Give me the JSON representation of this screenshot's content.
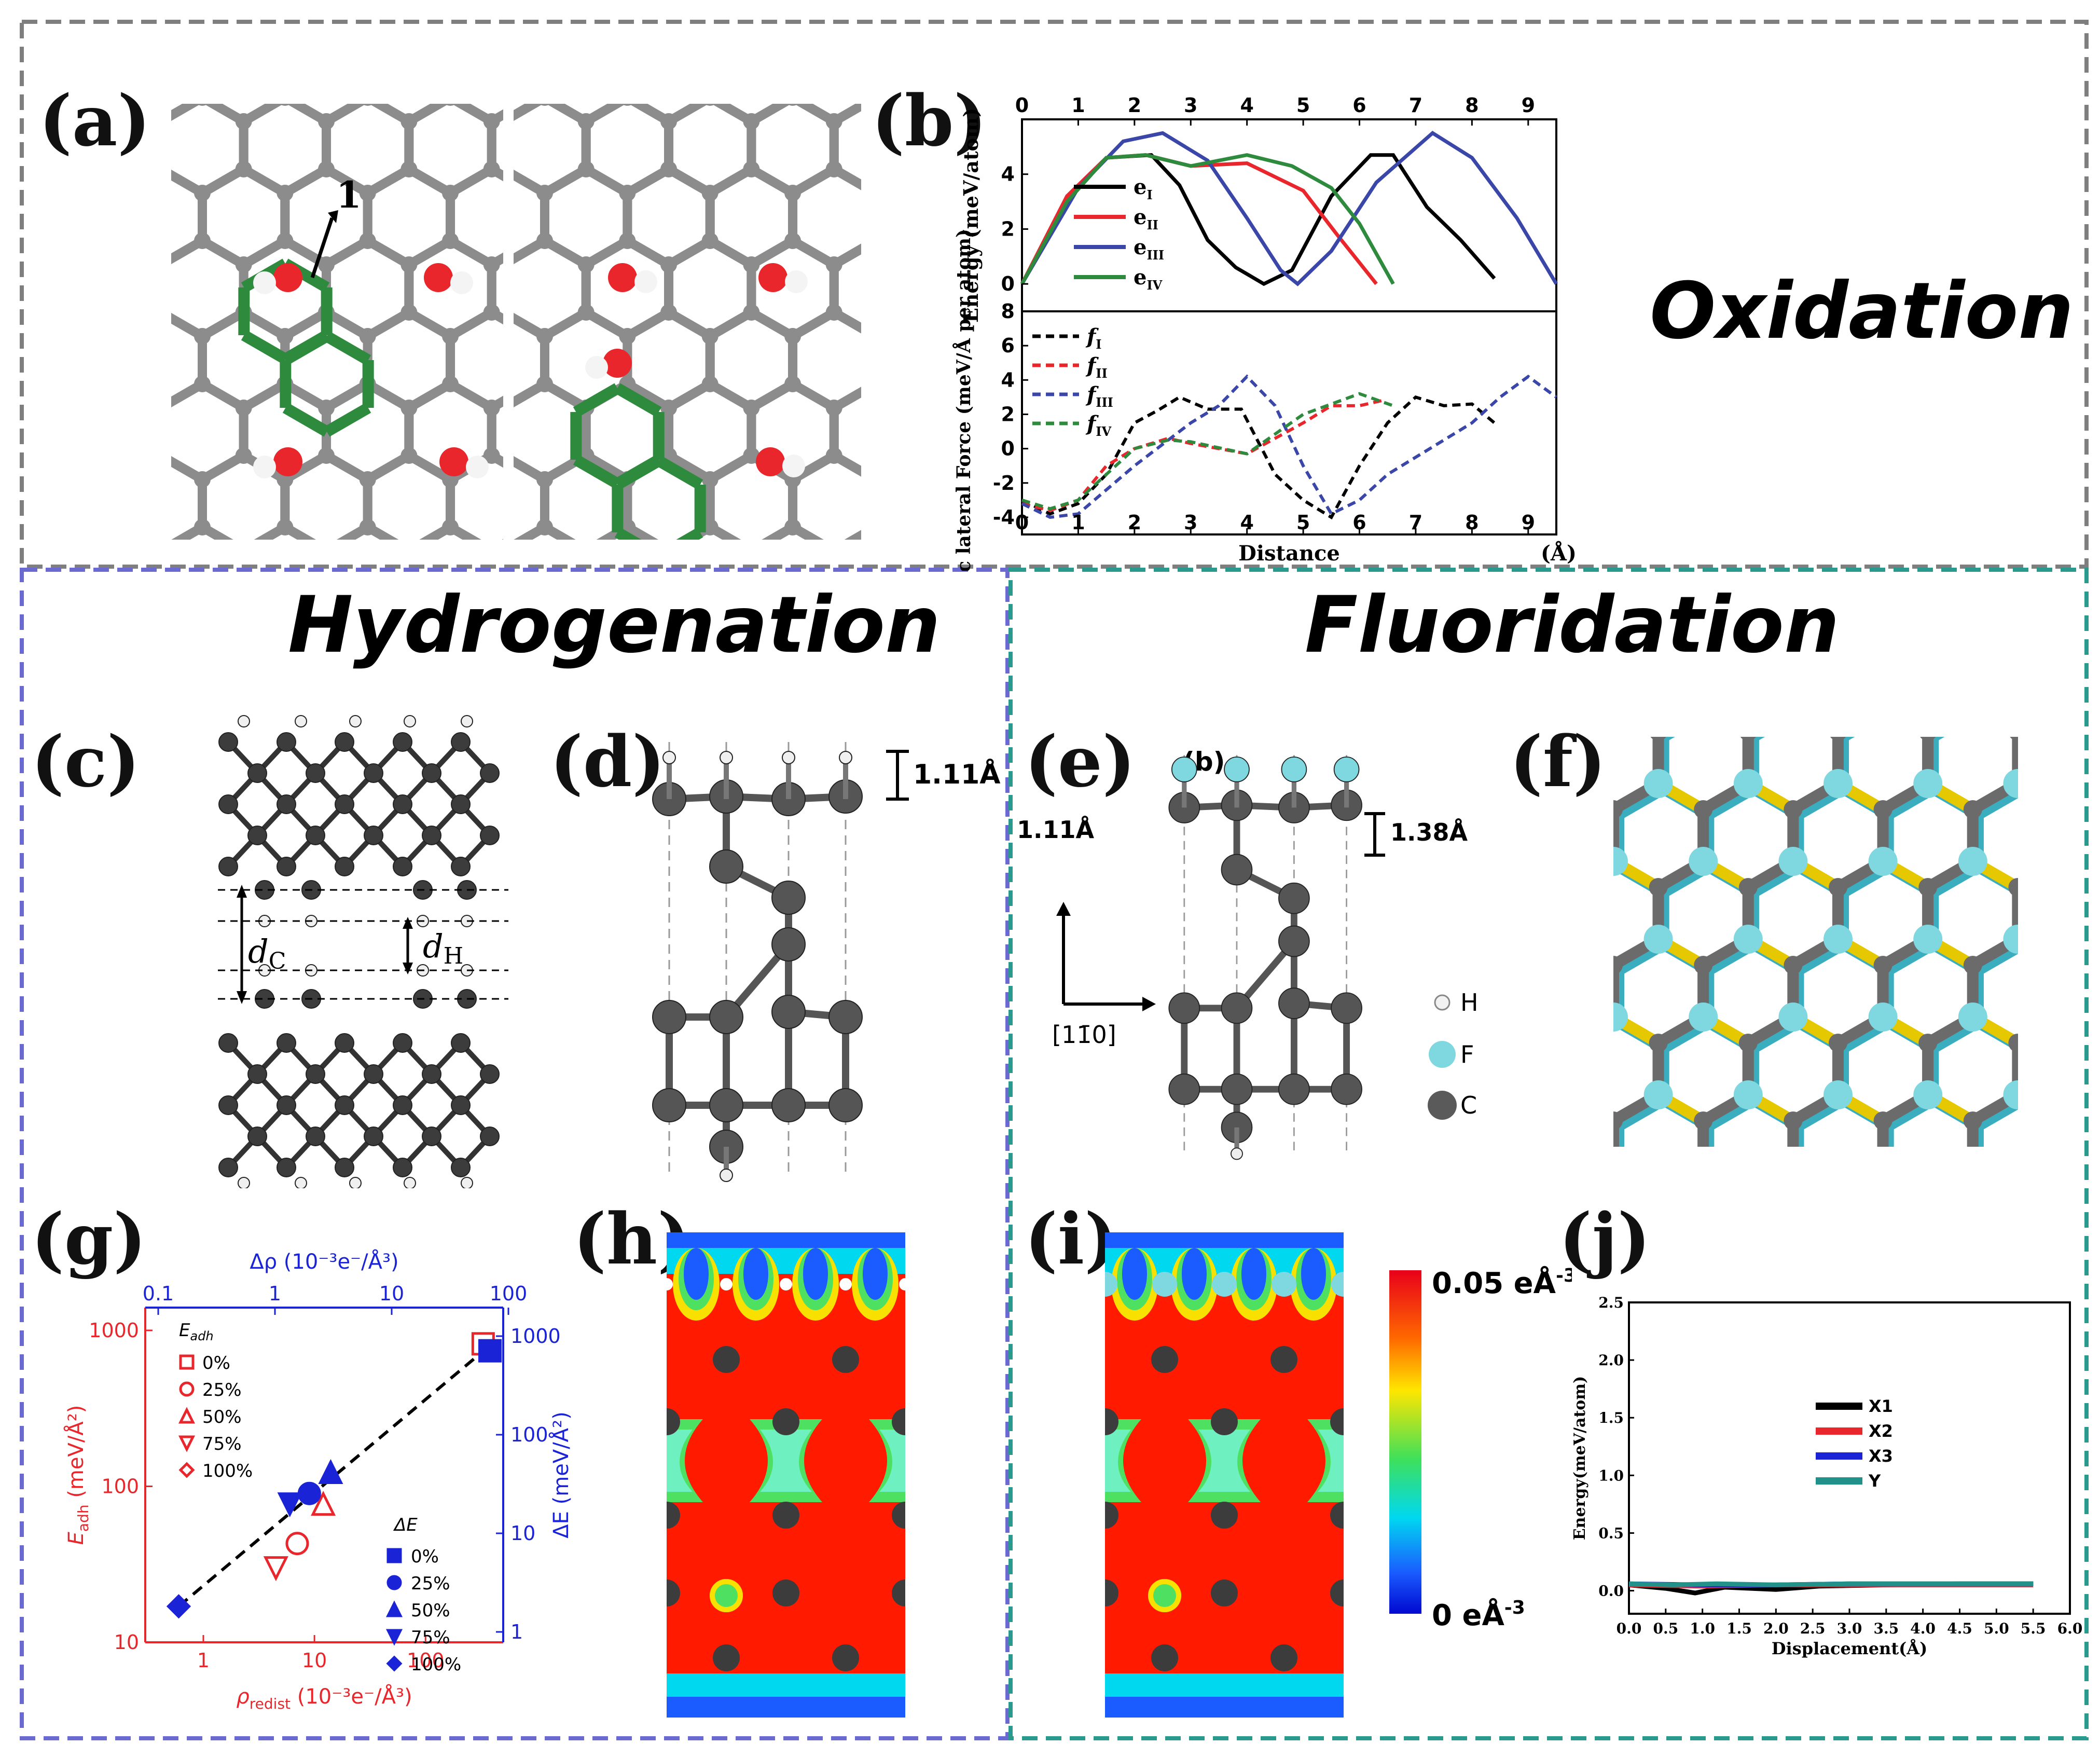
{
  "sections": {
    "oxidation": "Oxidation",
    "hydrogenation": "Hydrogenation",
    "fluoridation": "Fluoridation"
  },
  "panels": {
    "a": "(a)",
    "b": "(b)",
    "c": "(c)",
    "d": "(d)",
    "e": "(e)",
    "f": "(f)",
    "g": "(g)",
    "h": "(h)",
    "i": "(i)",
    "j": "(j)"
  },
  "panel_a": {
    "site_label": "1"
  },
  "panel_c": {
    "dC": "d",
    "dC_sub": "C",
    "dH": "d",
    "dH_sub": "H"
  },
  "panel_d": {
    "bond_length": "1.11Å"
  },
  "panel_e": {
    "inset_label": "(b)",
    "left_length": "1.11Å",
    "bond_length": "1.38Å",
    "direction": "[11̄0]",
    "legend": [
      "H",
      "F",
      "C"
    ]
  },
  "colorbar": {
    "max": "0.05 eÅ",
    "min": "0 eÅ",
    "exp": "-3"
  },
  "colors": {
    "oxygen": "#e8262b",
    "carbon": "#8c8c8c",
    "highlight": "#2e8b3d",
    "fluorine": "#7fd7e0",
    "hydrogen_pos": "#e6c800",
    "density_high": "#ff1a00"
  },
  "chart_data": [
    {
      "id": "b-top",
      "type": "line",
      "ylabel": "Energy (meV/atom)",
      "xlim": [
        0,
        9.5
      ],
      "ylim": [
        -1,
        6
      ],
      "xticks": [
        "0",
        "1",
        "2",
        "3",
        "4",
        "5",
        "6",
        "7",
        "8",
        "9"
      ],
      "yticks": [
        "0",
        "2",
        "4"
      ],
      "series": [
        {
          "name": "e_I",
          "label": "e",
          "sub": "I",
          "color": "#000000",
          "dash": false,
          "points": [
            [
              0,
              0
            ],
            [
              0.8,
              3
            ],
            [
              1.5,
              4.6
            ],
            [
              2.3,
              4.7
            ],
            [
              2.8,
              3.6
            ],
            [
              3.3,
              1.6
            ],
            [
              3.8,
              0.6
            ],
            [
              4.3,
              0
            ],
            [
              4.8,
              0.5
            ],
            [
              5.5,
              3.2
            ],
            [
              6.2,
              4.7
            ],
            [
              6.6,
              4.7
            ],
            [
              7.2,
              2.8
            ],
            [
              7.8,
              1.6
            ],
            [
              8.4,
              0.2
            ]
          ]
        },
        {
          "name": "e_II",
          "label": "e",
          "sub": "II",
          "color": "#e8262b",
          "dash": false,
          "points": [
            [
              0,
              0
            ],
            [
              0.8,
              3.2
            ],
            [
              1.5,
              4.6
            ],
            [
              2.2,
              4.7
            ],
            [
              3,
              4.3
            ],
            [
              4,
              4.4
            ],
            [
              5,
              3.4
            ],
            [
              5.6,
              1.8
            ],
            [
              6.3,
              0
            ]
          ]
        },
        {
          "name": "e_III",
          "label": "e",
          "sub": "III",
          "color": "#3a46a8",
          "dash": false,
          "points": [
            [
              0,
              0
            ],
            [
              1,
              3.5
            ],
            [
              1.8,
              5.2
            ],
            [
              2.5,
              5.5
            ],
            [
              3.3,
              4.5
            ],
            [
              4,
              2.4
            ],
            [
              4.6,
              0.5
            ],
            [
              4.9,
              0
            ],
            [
              5.5,
              1.2
            ],
            [
              6.3,
              3.7
            ],
            [
              7.3,
              5.5
            ],
            [
              8,
              4.6
            ],
            [
              8.8,
              2.4
            ],
            [
              9.5,
              0
            ]
          ]
        },
        {
          "name": "e_IV",
          "label": "e",
          "sub": "IV",
          "color": "#2e8b3d",
          "dash": false,
          "points": [
            [
              0,
              0
            ],
            [
              0.8,
              3
            ],
            [
              1.5,
              4.6
            ],
            [
              2.2,
              4.7
            ],
            [
              3,
              4.3
            ],
            [
              4,
              4.7
            ],
            [
              4.8,
              4.3
            ],
            [
              5.5,
              3.5
            ],
            [
              6,
              2.2
            ],
            [
              6.6,
              0
            ]
          ]
        }
      ]
    },
    {
      "id": "b-bottom",
      "type": "line",
      "ylabel": "Static lateral Force (meV/Å per atom)",
      "xlabel": "Distance",
      "xunit": "(Å)",
      "xlim": [
        0,
        9.5
      ],
      "ylim": [
        -5,
        8
      ],
      "xticks": [
        "0",
        "1",
        "2",
        "3",
        "4",
        "5",
        "6",
        "7",
        "8",
        "9"
      ],
      "yticks": [
        "-4",
        "-2",
        "0",
        "2",
        "4",
        "6",
        "8"
      ],
      "series": [
        {
          "name": "f_I",
          "label": "f",
          "sub": "I",
          "color": "#000000",
          "dash": true,
          "points": [
            [
              0,
              -3
            ],
            [
              0.5,
              -3.8
            ],
            [
              1,
              -3.2
            ],
            [
              1.5,
              -1.5
            ],
            [
              2,
              1.5
            ],
            [
              2.4,
              2.2
            ],
            [
              2.8,
              3
            ],
            [
              3.3,
              2.3
            ],
            [
              3.9,
              2.3
            ],
            [
              4.5,
              -1.5
            ],
            [
              5,
              -3
            ],
            [
              5.5,
              -4
            ],
            [
              6,
              -1
            ],
            [
              6.5,
              1.5
            ],
            [
              7,
              3
            ],
            [
              7.5,
              2.5
            ],
            [
              8,
              2.6
            ],
            [
              8.4,
              1.5
            ]
          ]
        },
        {
          "name": "f_II",
          "label": "f",
          "sub": "II",
          "color": "#e8262b",
          "dash": true,
          "points": [
            [
              0,
              -3.2
            ],
            [
              0.5,
              -3.6
            ],
            [
              1,
              -3
            ],
            [
              1.5,
              -1
            ],
            [
              2,
              0
            ],
            [
              2.6,
              0.6
            ],
            [
              3,
              0.3
            ],
            [
              4,
              -0.3
            ],
            [
              5,
              1.5
            ],
            [
              5.5,
              2.5
            ],
            [
              6,
              2.5
            ],
            [
              6.4,
              2.8
            ]
          ]
        },
        {
          "name": "f_III",
          "label": "f",
          "sub": "III",
          "color": "#3a46a8",
          "dash": true,
          "points": [
            [
              0,
              -3.2
            ],
            [
              0.5,
              -4
            ],
            [
              1,
              -3.8
            ],
            [
              2,
              -1
            ],
            [
              3,
              1.5
            ],
            [
              3.5,
              2.5
            ],
            [
              4,
              4.2
            ],
            [
              4.5,
              2.5
            ],
            [
              5,
              -1
            ],
            [
              5.5,
              -3.8
            ],
            [
              6,
              -3
            ],
            [
              6.5,
              -1.5
            ],
            [
              7,
              -0.5
            ],
            [
              7.5,
              0.5
            ],
            [
              8,
              1.5
            ],
            [
              8.5,
              3
            ],
            [
              9,
              4.2
            ],
            [
              9.5,
              3
            ]
          ]
        },
        {
          "name": "f_IV",
          "label": "f",
          "sub": "IV",
          "color": "#2e8b3d",
          "dash": true,
          "points": [
            [
              0,
              -3
            ],
            [
              0.5,
              -3.5
            ],
            [
              1,
              -3
            ],
            [
              1.5,
              -1.5
            ],
            [
              2,
              0
            ],
            [
              2.6,
              0.5
            ],
            [
              3,
              0.4
            ],
            [
              4,
              -0.3
            ],
            [
              5,
              2
            ],
            [
              6,
              3.2
            ],
            [
              6.6,
              2.5
            ]
          ]
        }
      ]
    },
    {
      "id": "g",
      "type": "scatter",
      "xlabel": "ρ",
      "xlabel_sub": "redist",
      "xlabel_unit": " (10⁻³e⁻/Å³)",
      "x2label": "Δρ (10⁻³e⁻/Å³)",
      "ylabel": "E",
      "ylabel_sub": "adh",
      "ylabel_unit": " (meV/Å²)",
      "y2label": "ΔE (meV/Å²)",
      "xscale": "log",
      "xlim": [
        0.3,
        500
      ],
      "ylim": [
        10,
        1400
      ],
      "xticks": [
        "1",
        "10",
        "100"
      ],
      "x2ticks": [
        "0.1",
        "1",
        "10",
        "100"
      ],
      "yticks": [
        "10",
        "100",
        "1000"
      ],
      "y2ticks": [
        "1",
        "10",
        "100",
        "1000"
      ],
      "legend_Eadh": {
        "title": "E",
        "sub": "adh",
        "items": [
          "0%",
          "25%",
          "50%",
          "75%",
          "100%"
        ]
      },
      "legend_dE": {
        "title": "ΔE",
        "items": [
          "0%",
          "25%",
          "50%",
          "75%",
          "100%"
        ]
      },
      "series": [
        {
          "name": "E_adh",
          "color": "#e8262b",
          "points": [
            [
              330,
              820,
              "0%"
            ],
            [
              7,
              43,
              "25%"
            ],
            [
              12,
              77,
              "50%"
            ],
            [
              4.5,
              30,
              "75%"
            ],
            [
              0.6,
              17,
              "100%"
            ]
          ]
        },
        {
          "name": "ΔE",
          "color": "#1a23d6",
          "points": [
            [
              380,
              740,
              "0%"
            ],
            [
              9,
              90,
              "25%"
            ],
            [
              14,
              123,
              "50%"
            ],
            [
              6,
              77,
              "75%"
            ],
            [
              0.6,
              17,
              "100%"
            ]
          ]
        }
      ],
      "fit": {
        "x": [
          0.6,
          380
        ],
        "y": [
          17,
          800
        ]
      }
    },
    {
      "id": "j",
      "type": "line",
      "ylabel": "Energy(meV/atom)",
      "xlabel": "Displacement(Å)",
      "xlim": [
        0,
        6
      ],
      "ylim": [
        -0.2,
        2.5
      ],
      "xticks": [
        "0.0",
        "0.5",
        "1.0",
        "1.5",
        "2.0",
        "2.5",
        "3.0",
        "3.5",
        "4.0",
        "4.5",
        "5.0",
        "5.5",
        "6.0"
      ],
      "yticks": [
        "0.0",
        "0.5",
        "1.0",
        "1.5",
        "2.0",
        "2.5"
      ],
      "series": [
        {
          "name": "X1",
          "color": "#000000",
          "points": [
            [
              0,
              0.05
            ],
            [
              0.5,
              0.02
            ],
            [
              0.9,
              -0.02
            ],
            [
              1.3,
              0.03
            ],
            [
              2,
              0.01
            ],
            [
              2.6,
              0.04
            ],
            [
              3.5,
              0.05
            ],
            [
              4.5,
              0.06
            ],
            [
              5.5,
              0.06
            ]
          ]
        },
        {
          "name": "X2",
          "color": "#e8262b",
          "points": [
            [
              0,
              0.05
            ],
            [
              1,
              0.04
            ],
            [
              2,
              0.05
            ],
            [
              3,
              0.05
            ],
            [
              4,
              0.05
            ],
            [
              5.5,
              0.05
            ]
          ]
        },
        {
          "name": "X3",
          "color": "#1a23d6",
          "points": [
            [
              0,
              0.06
            ],
            [
              1,
              0.05
            ],
            [
              2,
              0.05
            ],
            [
              3,
              0.06
            ],
            [
              4,
              0.06
            ],
            [
              5.5,
              0.06
            ]
          ]
        },
        {
          "name": "Y",
          "color": "#22918a",
          "points": [
            [
              0,
              0.06
            ],
            [
              0.6,
              0.05
            ],
            [
              1.2,
              0.06
            ],
            [
              2,
              0.05
            ],
            [
              3,
              0.06
            ],
            [
              4,
              0.06
            ],
            [
              5.5,
              0.06
            ]
          ]
        }
      ]
    }
  ]
}
